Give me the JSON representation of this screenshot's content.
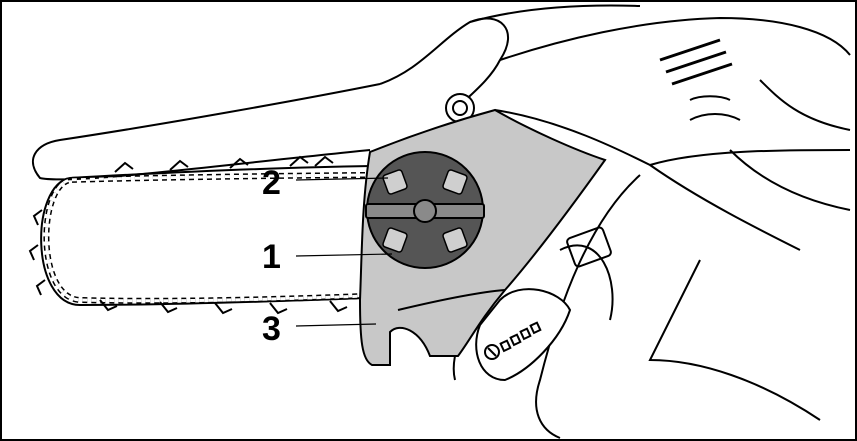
{
  "figure": {
    "subject": "chainsaw-side-cover-and-chain-tensioner"
  },
  "callouts": [
    {
      "number": "1"
    },
    {
      "number": "2"
    },
    {
      "number": "3"
    }
  ],
  "colors": {
    "line": "#000000",
    "cover_fill": "#c8c8c8",
    "knob_fill": "#555555",
    "background": "#ffffff"
  }
}
